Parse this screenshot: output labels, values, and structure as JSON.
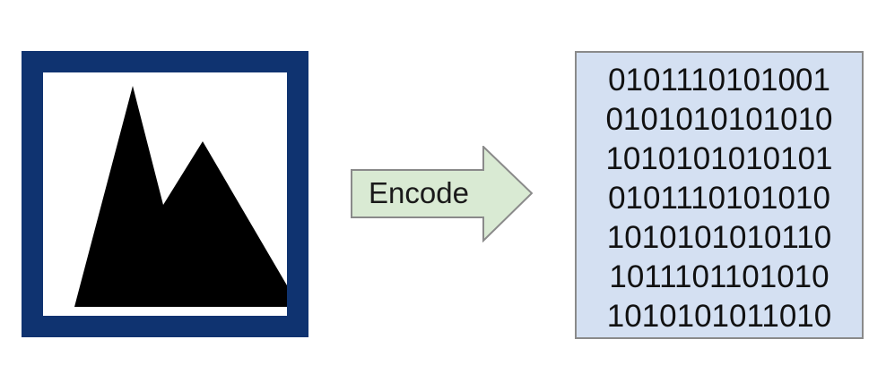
{
  "image_icon": {
    "name": "mountain-image-icon",
    "frame_color": "#0f3370",
    "fill_color": "#000000"
  },
  "arrow": {
    "label": "Encode",
    "fill_color": "#d9ead3",
    "stroke_color": "#8a8a8a"
  },
  "binary": {
    "background_color": "#d4e0f2",
    "lines": [
      "0101110101001",
      "0101010101010",
      "1010101010101",
      "0101110101010",
      "1010101010110",
      "1011101101010",
      "1010101011010"
    ]
  }
}
